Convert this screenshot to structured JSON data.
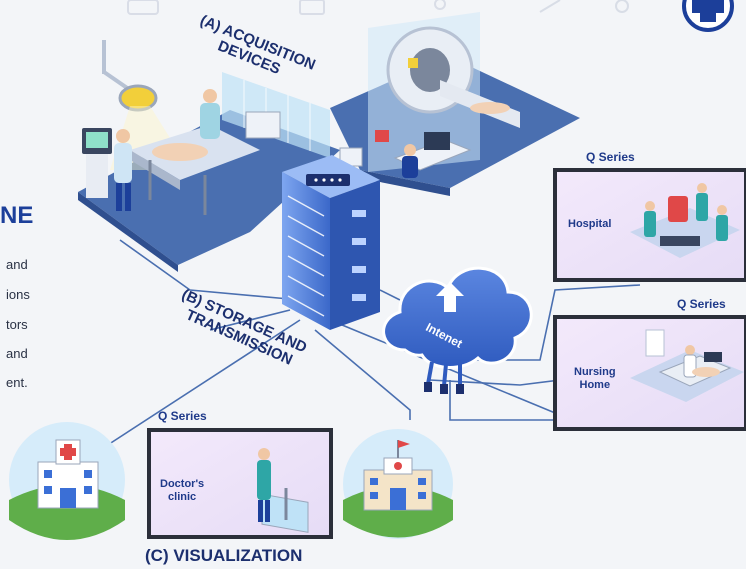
{
  "headline_fragment": "NE",
  "side_text_fragments": [
    "and",
    "ions",
    "tors",
    "and",
    "ent."
  ],
  "section_a": {
    "line1": "(A) ACQUISITION",
    "line2": "DEVICES"
  },
  "section_b": {
    "line1": "(B) STORAGE AND",
    "line2": "TRANSMISSION"
  },
  "section_c": {
    "label": "(C) VISUALIZATION"
  },
  "cloud_label": "Intenet",
  "monitors": [
    {
      "series": "Q Series",
      "label": "Hospital"
    },
    {
      "series": "Q Series",
      "label_line1": "Nursing",
      "label_line2": "Home"
    },
    {
      "series": "Q Series",
      "label_line1": "Doctor's",
      "label_line2": "clinic"
    }
  ],
  "colors": {
    "navy": "#1c2f6e",
    "floor_blue": "#4a6fb0",
    "accent_blue": "#3b6fd6",
    "bg": "#f3f5f8"
  }
}
